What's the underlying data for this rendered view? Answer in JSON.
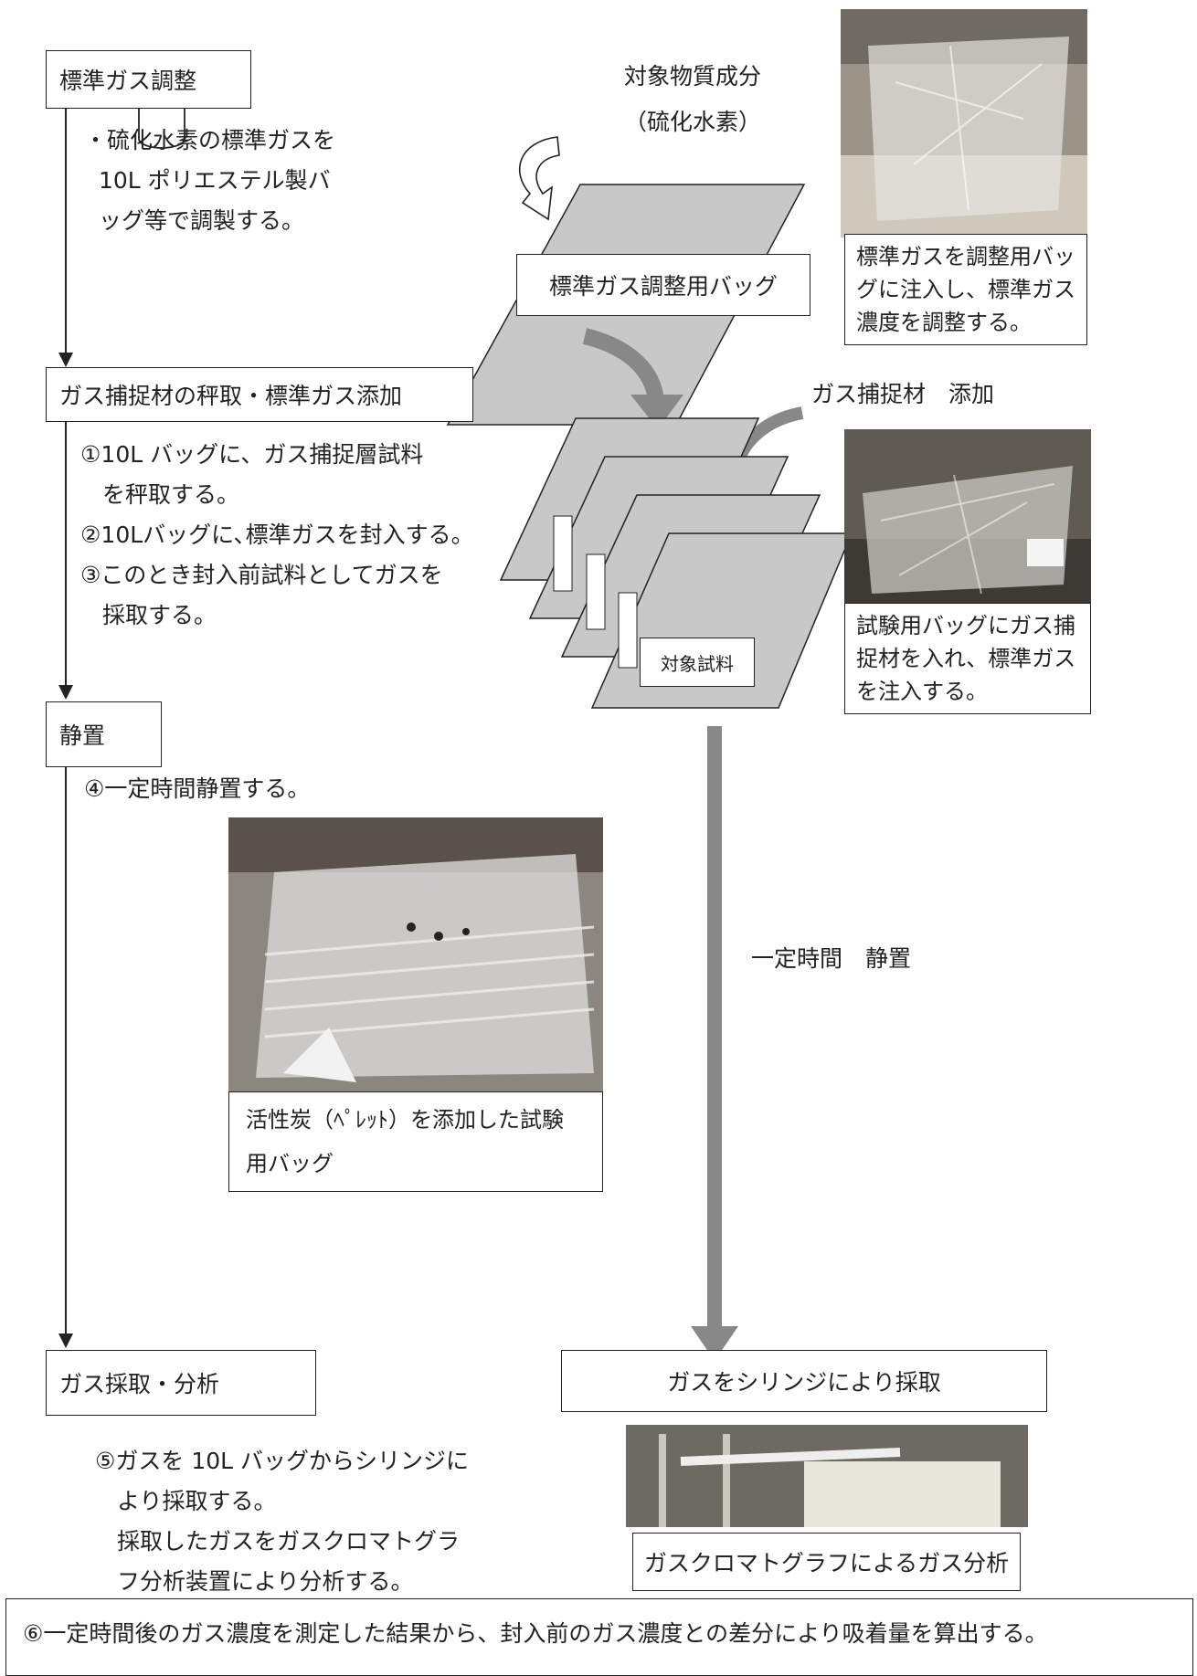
{
  "steps": {
    "prep_title": "標準ガス調整",
    "prep_lines": [
      "・硫化水素の標準ガスを",
      "10L ポリエステル製バ",
      "ッグ等で調製する。"
    ],
    "collect_title": "ガス捕捉材の秤取・標準ガス添加",
    "collect_lines": [
      "①10L バッグに、ガス捕捉層試料",
      "を秤取する。",
      "②10Lバッグに､標準ガスを封入する。",
      "③このとき封入前試料としてガスを",
      "採取する。"
    ],
    "rest_title": "静置",
    "rest_line": "④一定時間静置する。",
    "analysis_title": "ガス採取・分析",
    "analysis_lines": [
      "⑤ガスを 10L バッグからシリンジに",
      "より採取する。",
      "採取したガスをガスクロマトグラ",
      "フ分析装置により分析する。"
    ]
  },
  "diagram": {
    "substance_line1": "対象物質成分",
    "substance_line2": "（硫化水素）",
    "bag_label": "標準ガス調整用バッグ",
    "capture_add": "ガス捕捉材　添加",
    "sample_label": "対象試料",
    "rest_label": "一定時間　静置",
    "syringe_box": "ガスをシリンジにより採取",
    "gc_caption": "ガスクロマトグラフによるガス分析"
  },
  "captions": {
    "photo1": "標準ガスを調整用バッグに注入し、標準ガス濃度を調整する。",
    "photo2": "試験用バッグにガス捕捉材を入れ、標準ガスを注入する。",
    "photo3_line1": "活性炭（ﾍﾟﾚｯﾄ）を添加した試験",
    "photo3_line2": "用バッグ"
  },
  "result": "⑥一定時間後のガス濃度を測定した結果から、封入前のガス濃度との差分により吸着量を算出する。"
}
